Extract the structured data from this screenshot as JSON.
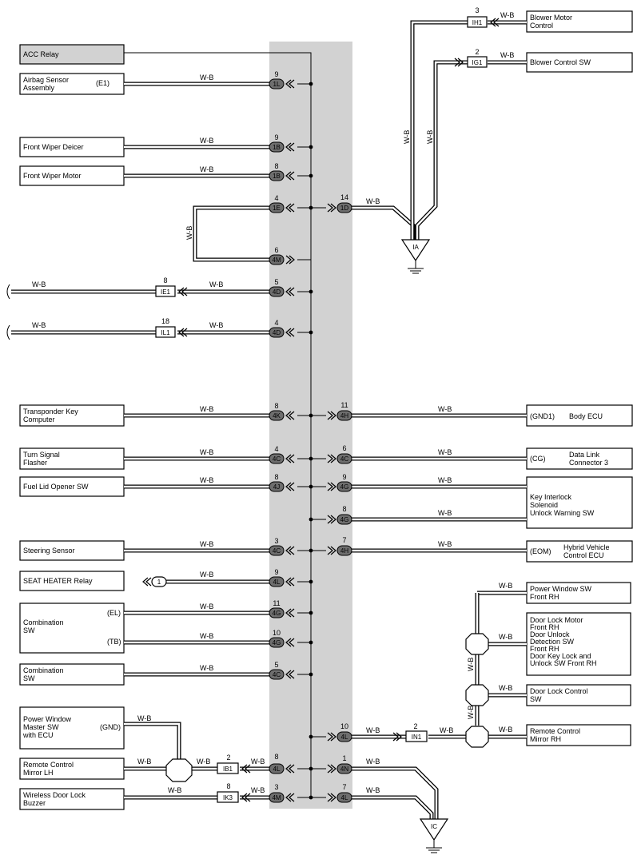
{
  "wire_color": "W-B",
  "colors": {
    "shading": "#d2d2d2",
    "connector_fill": "#6e6e6e"
  },
  "components_left": [
    {
      "id": "acc",
      "lines": [
        "ACC Relay"
      ]
    },
    {
      "id": "airbag",
      "lines": [
        "Airbag Sensor",
        "Assembly"
      ],
      "pin": "(E1)"
    },
    {
      "id": "fwdeicer",
      "lines": [
        "Front Wiper Deicer"
      ]
    },
    {
      "id": "fwmotor",
      "lines": [
        "Front Wiper Motor"
      ]
    },
    {
      "id": "transponder",
      "lines": [
        "Transponder Key",
        "Computer"
      ]
    },
    {
      "id": "turnsignal",
      "lines": [
        "Turn Signal",
        "Flasher"
      ]
    },
    {
      "id": "fuellid",
      "lines": [
        "Fuel Lid Opener SW"
      ]
    },
    {
      "id": "steering",
      "lines": [
        "Steering Sensor"
      ]
    },
    {
      "id": "seatheater",
      "lines": [
        "SEAT HEATER Relay"
      ]
    },
    {
      "id": "combsw1",
      "lines": [
        "Combination",
        "SW"
      ],
      "pins": [
        "(EL)",
        "(TB)"
      ]
    },
    {
      "id": "combsw2",
      "lines": [
        "Combination",
        "SW"
      ]
    },
    {
      "id": "pwmaster",
      "lines": [
        "Power Window",
        "Master SW",
        "with ECU"
      ],
      "pin": "(GND)"
    },
    {
      "id": "rcmirrorlh",
      "lines": [
        "Remote Control",
        "Mirror LH"
      ]
    },
    {
      "id": "wdlbuzzer",
      "lines": [
        "Wireless Door Lock",
        "Buzzer"
      ]
    }
  ],
  "components_right": [
    {
      "id": "blowermotor",
      "lines": [
        "Blower Motor",
        "Control"
      ]
    },
    {
      "id": "blowersw",
      "lines": [
        "Blower Control SW"
      ]
    },
    {
      "id": "bodyecu",
      "lines": [
        "Body ECU"
      ],
      "pin": "(GND1)"
    },
    {
      "id": "dlc3",
      "lines": [
        "Data Link",
        "Connector 3"
      ],
      "pin": "(CG)"
    },
    {
      "id": "keyinterlock",
      "lines": [
        "Key Interlock",
        "Solenoid",
        "Unlock Warning SW"
      ]
    },
    {
      "id": "hvecu",
      "lines": [
        "Hybrid Vehicle",
        "Control ECU"
      ],
      "pin": "(EOM)"
    },
    {
      "id": "pwfrh",
      "lines": [
        "Power Window SW",
        "Front RH"
      ]
    },
    {
      "id": "dlmfrh",
      "lines": [
        "Door Lock Motor",
        "Front RH",
        "Door Unlock",
        "Detection SW",
        "Front RH",
        "Door Key Lock and",
        "Unlock SW Front RH"
      ]
    },
    {
      "id": "dlcsw",
      "lines": [
        "Door Lock Control",
        "SW"
      ]
    },
    {
      "id": "rcmirrorrh",
      "lines": [
        "Remote Control",
        "Mirror RH"
      ]
    }
  ],
  "connectors_left": [
    {
      "code": "1L",
      "pin": "9"
    },
    {
      "code": "1B",
      "pin": "9"
    },
    {
      "code": "1B",
      "pin": "8"
    },
    {
      "code": "1E",
      "pin": "4"
    },
    {
      "code": "4M",
      "pin": "6"
    },
    {
      "code": "4D",
      "pin": "5"
    },
    {
      "code": "4D",
      "pin": "4"
    },
    {
      "code": "4K",
      "pin": "8"
    },
    {
      "code": "4C",
      "pin": "4"
    },
    {
      "code": "4J",
      "pin": "8"
    },
    {
      "code": "4C",
      "pin": "3"
    },
    {
      "code": "4L",
      "pin": "9"
    },
    {
      "code": "4G",
      "pin": "11"
    },
    {
      "code": "4G",
      "pin": "10"
    },
    {
      "code": "4C",
      "pin": "5"
    },
    {
      "code": "4L",
      "pin": "8"
    },
    {
      "code": "4M",
      "pin": "3"
    }
  ],
  "connectors_right": [
    {
      "code": "1D",
      "pin": "14"
    },
    {
      "code": "4H",
      "pin": "11"
    },
    {
      "code": "4C",
      "pin": "6"
    },
    {
      "code": "4G",
      "pin": "9"
    },
    {
      "code": "4G",
      "pin": "8"
    },
    {
      "code": "4H",
      "pin": "7"
    },
    {
      "code": "4L",
      "pin": "10"
    },
    {
      "code": "4N",
      "pin": "1"
    },
    {
      "code": "4L",
      "pin": "7"
    }
  ],
  "inline_connectors": [
    {
      "code": "IH1",
      "pin": "3"
    },
    {
      "code": "IG1",
      "pin": "2"
    },
    {
      "code": "IE1",
      "pin": "8"
    },
    {
      "code": "IL1",
      "pin": "18"
    },
    {
      "code": "IN1",
      "pin": "2"
    },
    {
      "code": "IB1",
      "pin": "2"
    },
    {
      "code": "IK3",
      "pin": "8"
    }
  ],
  "grounds": [
    "IA",
    "IC"
  ],
  "seat_heater_junction": "1"
}
